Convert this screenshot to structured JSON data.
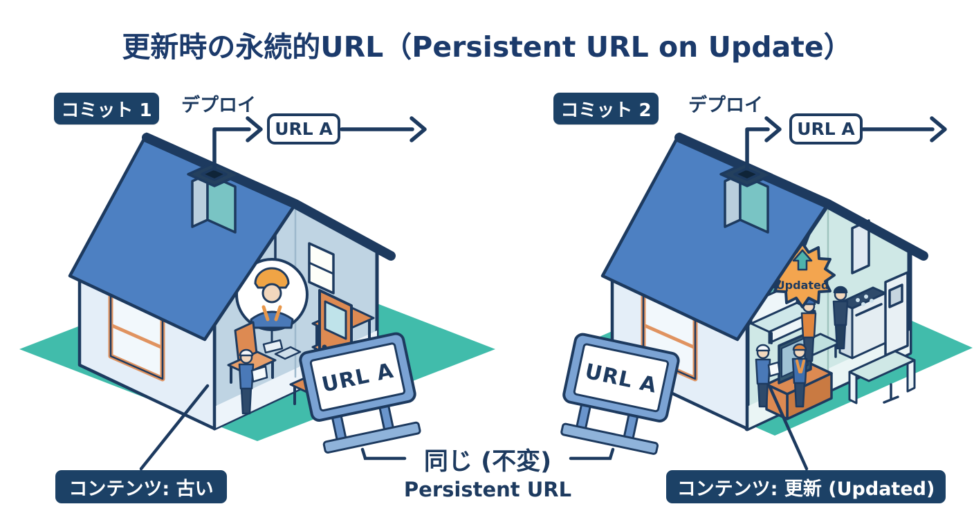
{
  "title": "更新時の永続的URL（Persistent URL on Update）",
  "left": {
    "commit_label": "コミット 1",
    "deploy_label": "デプロイ",
    "url_box_label": "URL A",
    "sign_label": "URL A",
    "content_label": "コンテンツ: 古い"
  },
  "right": {
    "commit_label": "コミット 2",
    "deploy_label": "デプロイ",
    "url_box_label": "URL A",
    "sign_label": "URL A",
    "updated_badge": "Updated",
    "content_label": "コンテンツ: 更新 (Updated)"
  },
  "center": {
    "same_label": "同じ (不変)",
    "subtitle": "Persistent URL"
  },
  "colors": {
    "navy": "#1d3a5f",
    "title": "#1b3a6b",
    "badge": "#1c4166",
    "roof": "#4d80c2",
    "ground": "#41bcab",
    "orange": "#dd8a52",
    "burst": "#f3a54f",
    "teal": "#4fb3ac",
    "wall": "#e4eef8",
    "sign": "#7ba3d4"
  }
}
